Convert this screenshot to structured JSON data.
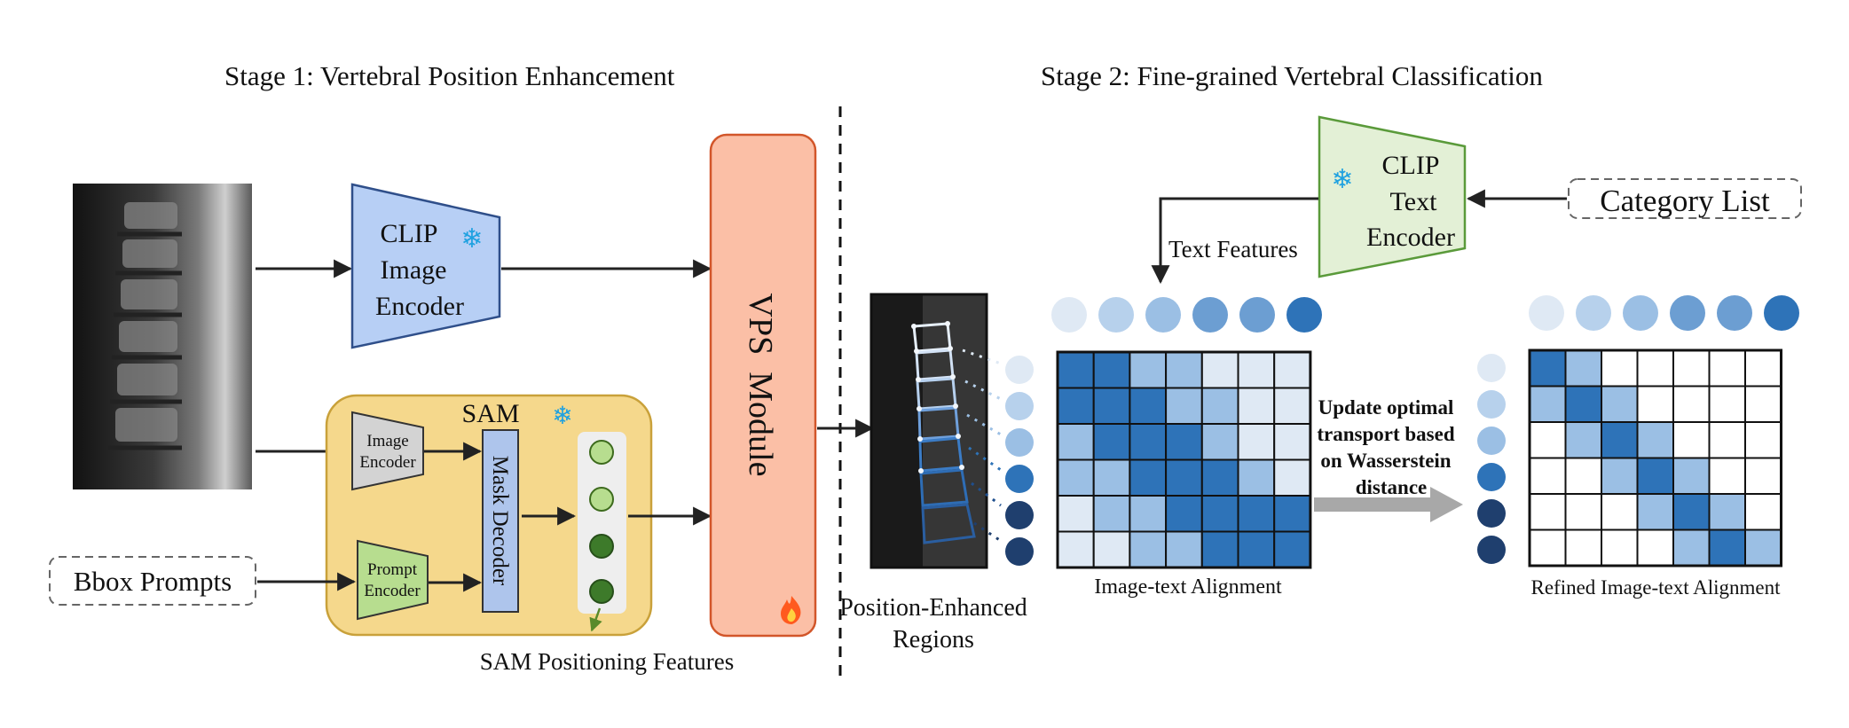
{
  "stage1": {
    "title": "Stage 1: Vertebral Position Enhancement",
    "clip_image_encoder": {
      "line1": "CLIP",
      "line2": "Image",
      "line3": "Encoder",
      "frozen_icon": "snowflake-icon"
    },
    "sam": {
      "title": "SAM",
      "frozen_icon": "snowflake-icon",
      "image_encoder": {
        "line1": "Image",
        "line2": "Encoder"
      },
      "prompt_encoder": {
        "line1": "Prompt",
        "line2": "Encoder"
      },
      "mask_decoder": "Mask Decoder",
      "features_label": "SAM Positioning Features"
    },
    "bbox_prompts": "Bbox Prompts",
    "vps_module": {
      "label": "VPS  Module",
      "trainable_icon": "fire-icon"
    }
  },
  "stage2": {
    "title": "Stage 2: Fine-grained Vertebral Classification",
    "clip_text_encoder": {
      "line1": "CLIP",
      "line2": "Text",
      "line3": "Encoder",
      "frozen_icon": "snowflake-icon"
    },
    "category_list": "Category List",
    "text_features": "Text Features",
    "position_regions": {
      "line1": "Position-Enhanced",
      "line2": "Regions"
    },
    "update_text": {
      "line1": "Update optimal",
      "line2": "transport based",
      "line3": "on Wasserstein",
      "line4": "distance"
    },
    "alignment_label": "Image-text Alignment",
    "refined_label": "Refined Image-text Alignment"
  },
  "colors": {
    "clip_image": "#b7cff5",
    "clip_text": "#e3f0d6",
    "sam_bg": "#f5d88c",
    "vps": "#fbbfa6",
    "scale": [
      "#ffffff",
      "#dfe9f4",
      "#b7d1ec",
      "#9bbfe4",
      "#6c9ed2",
      "#2e73b8",
      "#1f3f6e"
    ]
  },
  "matrices": {
    "alignment": [
      [
        5,
        5,
        3,
        3,
        1,
        1,
        1
      ],
      [
        5,
        5,
        5,
        3,
        3,
        1,
        1
      ],
      [
        3,
        5,
        5,
        5,
        3,
        1,
        1
      ],
      [
        3,
        3,
        5,
        5,
        5,
        3,
        1
      ],
      [
        1,
        3,
        3,
        5,
        5,
        5,
        5
      ],
      [
        1,
        1,
        3,
        3,
        5,
        5,
        5
      ]
    ],
    "refined": [
      [
        5,
        3,
        0,
        0,
        0,
        0,
        0
      ],
      [
        3,
        5,
        3,
        0,
        0,
        0,
        0
      ],
      [
        0,
        3,
        5,
        3,
        0,
        0,
        0
      ],
      [
        0,
        0,
        3,
        5,
        3,
        0,
        0
      ],
      [
        0,
        0,
        0,
        3,
        5,
        3,
        0
      ],
      [
        0,
        0,
        0,
        0,
        3,
        5,
        3
      ]
    ],
    "text_feature_levels": [
      1,
      2,
      3,
      4,
      4,
      5
    ],
    "region_feature_levels": [
      1,
      2,
      3,
      5,
      6,
      6
    ]
  }
}
